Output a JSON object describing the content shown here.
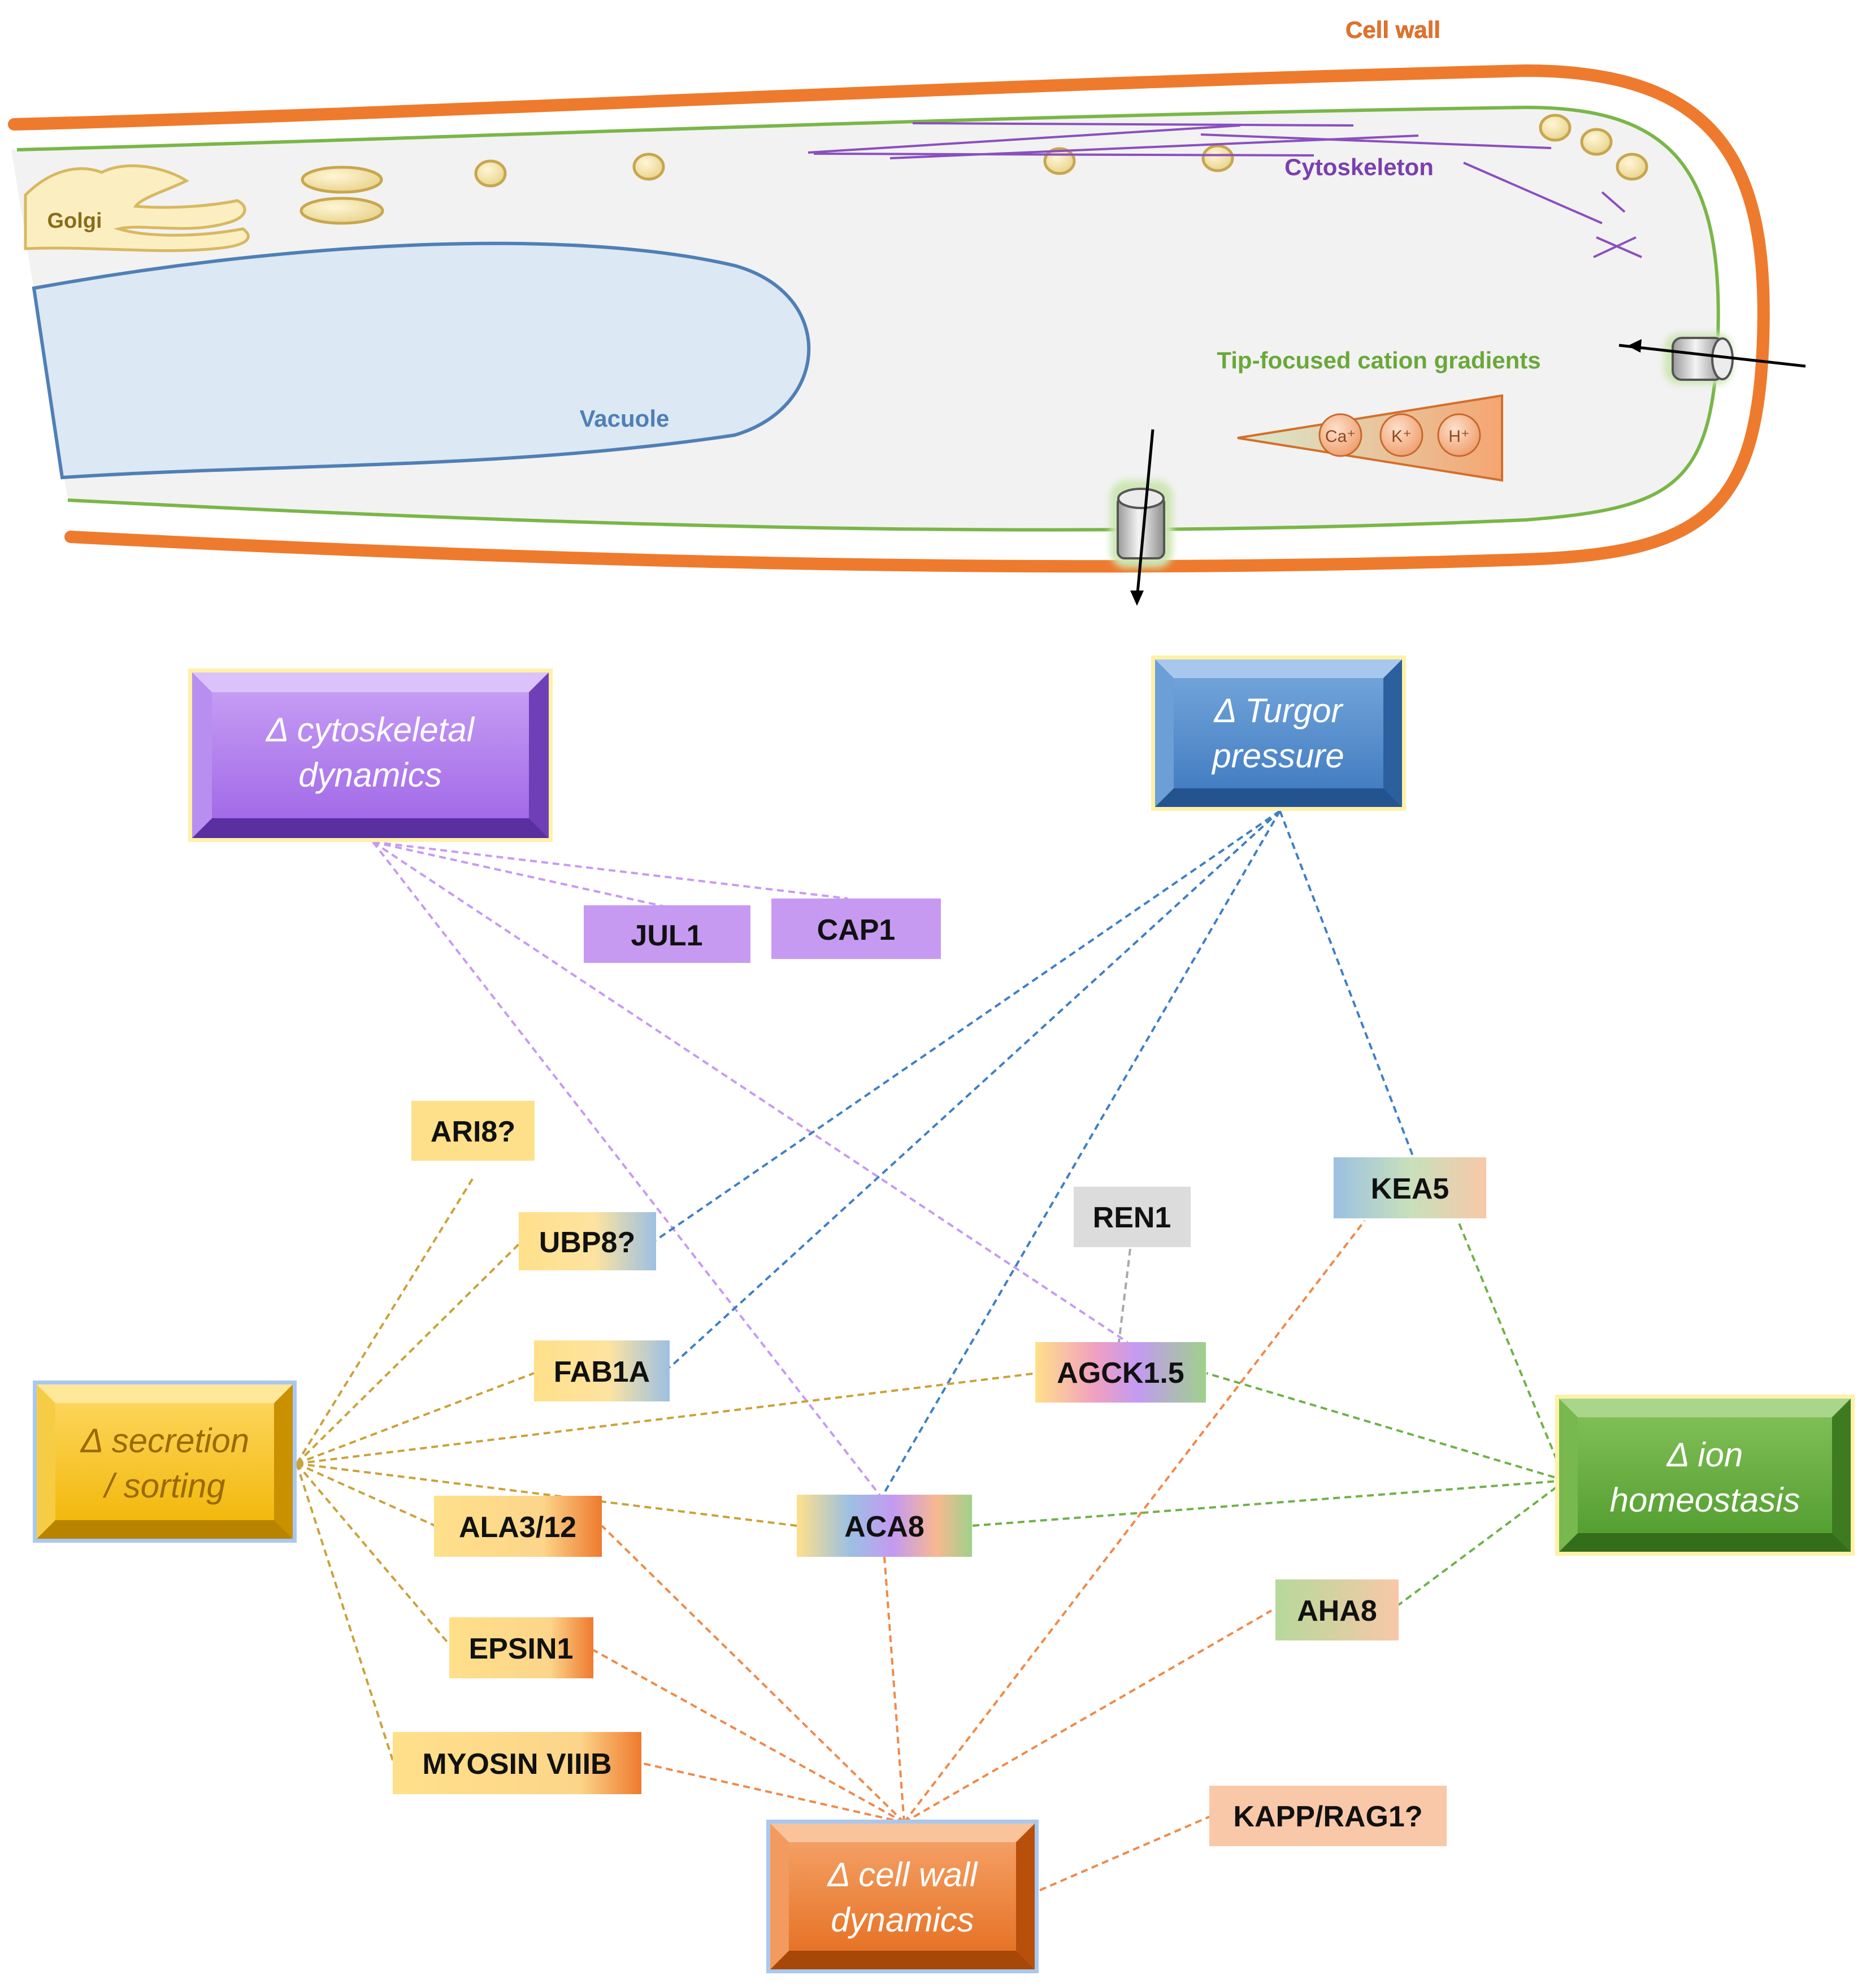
{
  "cell": {
    "cell_wall": "Cell wall",
    "cytoskeleton": "Cytoskeleton",
    "golgi": "Golgi",
    "vacuole": "Vacuole",
    "gradients": "Tip-focused cation gradients",
    "ion_ca": "Ca⁺",
    "ion_k": "K⁺",
    "ion_h": "H⁺"
  },
  "categories": {
    "cyto": [
      "Δ cytoskeletal",
      "dynamics"
    ],
    "turgor": [
      "Δ Turgor",
      "pressure"
    ],
    "secretion": [
      "Δ secretion",
      "/ sorting"
    ],
    "ion": [
      "Δ ion",
      "homeostasis"
    ],
    "wall": [
      "Δ cell wall",
      "dynamics"
    ]
  },
  "genes": {
    "jul1": "JUL1",
    "cap1": "CAP1",
    "ari8": "ARI8?",
    "ubp8": "UBP8?",
    "ren1": "REN1",
    "kea5": "KEA5",
    "fab1a": "FAB1A",
    "agck15": "AGCK1.5",
    "ala312": "ALA3/12",
    "aca8": "ACA8",
    "aha8": "AHA8",
    "epsin1": "EPSIN1",
    "myosin": "MYOSIN VIIIB",
    "kapp": "KAPP/RAG1?"
  },
  "colors": {
    "cyto": "#b57bf0",
    "turgor": "#3f7fc4",
    "secretion": "#f2b61f",
    "ion": "#5fa83a",
    "wall": "#ee7a2e",
    "grey": "#dcdcdc",
    "line_cyto": "#c79af2",
    "line_turgor": "#3f7fc4",
    "line_secretion": "#c9a23a",
    "line_ion": "#70b04a",
    "line_wall": "#ee8a4a",
    "line_grey": "#a8a8a8",
    "wall_stroke": "#ee7a2e",
    "membrane": "#7ab648",
    "cytoplasm": "#f2f2f2",
    "vacuole_fill": "#dce8f3",
    "golgi_fill": "#fbefc2"
  }
}
